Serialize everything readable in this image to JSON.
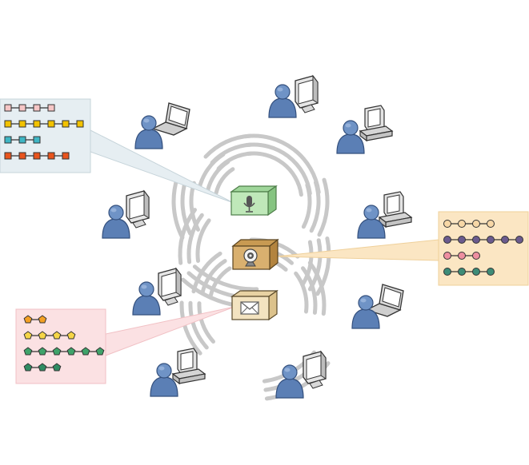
{
  "colors": {
    "user_body": "#5b7fb5",
    "user_head": "#6f93c6",
    "wave": "#c8c8c8",
    "panel_blue_bg": "#e6eef2",
    "panel_blue_border": "#c6d4da",
    "panel_orange_bg": "#fbe6c3",
    "panel_orange_border": "#efd09a",
    "panel_pink_bg": "#fbe1e3",
    "panel_pink_border": "#f1c0c4",
    "box_voice": "#bfe8b9",
    "box_video": "#d9b06f",
    "box_mail": "#f3e3c0"
  },
  "media_boxes": [
    {
      "name": "voice-box",
      "icon": "microphone-icon"
    },
    {
      "name": "video-box",
      "icon": "webcam-icon"
    },
    {
      "name": "mail-box",
      "icon": "envelope-icon"
    }
  ],
  "panels": {
    "left": {
      "shape": "square",
      "rows": [
        {
          "count": 4,
          "color": "#f6c6c6"
        },
        {
          "count": 6,
          "color": "#f2c200"
        },
        {
          "count": 3,
          "color": "#3fb6c4"
        },
        {
          "count": 5,
          "color": "#e8541d"
        }
      ]
    },
    "right": {
      "shape": "circle",
      "rows": [
        {
          "count": 4,
          "color": "#f7d7a6"
        },
        {
          "count": 6,
          "color": "#6b5b8e"
        },
        {
          "count": 3,
          "color": "#ee8fa0"
        },
        {
          "count": 4,
          "color": "#3d8c77"
        }
      ]
    },
    "bottom_left": {
      "shape": "pentagon",
      "rows": [
        {
          "count": 2,
          "color": "#f4a024"
        },
        {
          "count": 4,
          "color": "#f6d547"
        },
        {
          "count": 6,
          "color": "#3fa36a"
        },
        {
          "count": 3,
          "color": "#2f8c63"
        }
      ]
    }
  },
  "users": [
    {
      "name": "user-laptop-top-left",
      "device": "laptop-icon"
    },
    {
      "name": "user-monitor-top",
      "device": "monitor-icon"
    },
    {
      "name": "user-desktop-top-right",
      "device": "desktop-computer-icon"
    },
    {
      "name": "user-monitor-left",
      "device": "monitor-icon"
    },
    {
      "name": "user-desktop-right",
      "device": "desktop-computer-icon"
    },
    {
      "name": "user-monitor-lower-left",
      "device": "monitor-icon"
    },
    {
      "name": "user-laptop-right",
      "device": "laptop-icon"
    },
    {
      "name": "user-desktop-bottom-left",
      "device": "desktop-computer-icon"
    },
    {
      "name": "user-monitor-bottom",
      "device": "monitor-icon"
    }
  ]
}
